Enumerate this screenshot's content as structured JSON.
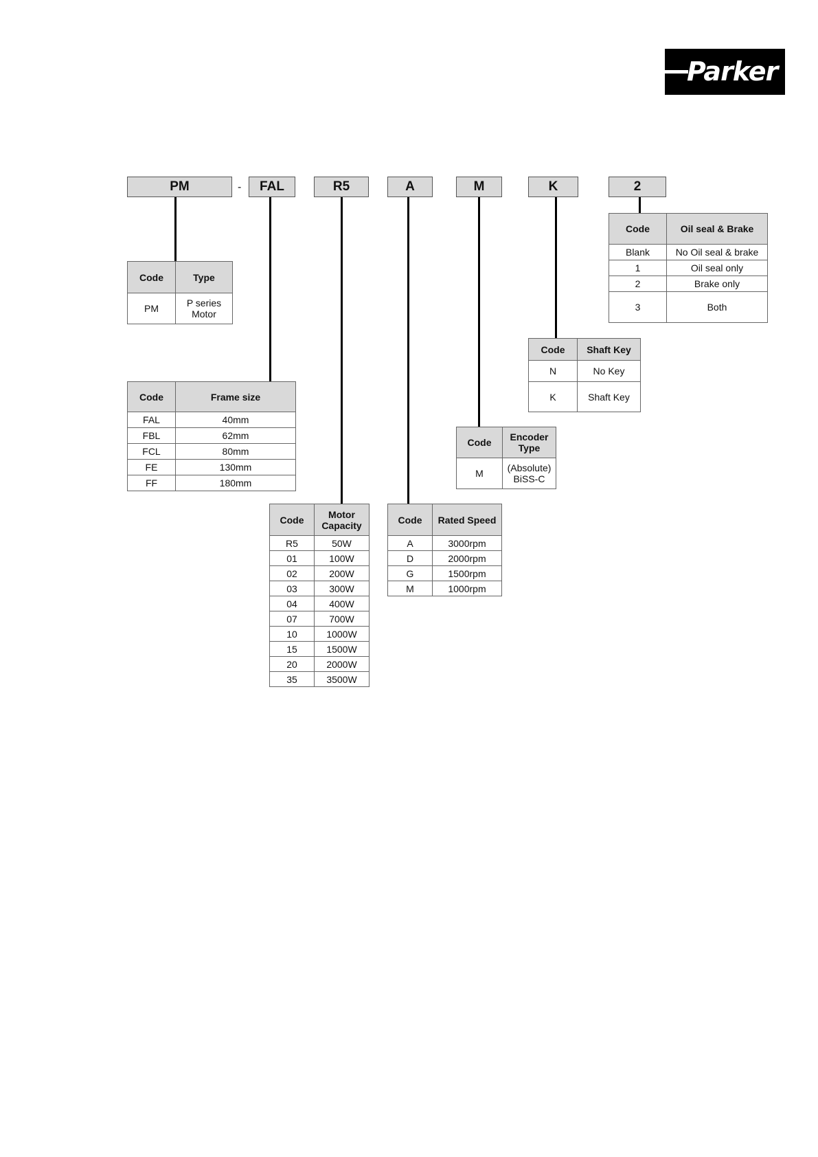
{
  "logo": {
    "text": "Parker"
  },
  "codes": [
    {
      "id": "pm",
      "label": "PM"
    },
    {
      "id": "sep",
      "label": "-"
    },
    {
      "id": "fal",
      "label": "FAL"
    },
    {
      "id": "r5",
      "label": "R5"
    },
    {
      "id": "a",
      "label": "A"
    },
    {
      "id": "m",
      "label": "M"
    },
    {
      "id": "k",
      "label": "K"
    },
    {
      "id": "two",
      "label": "2"
    }
  ],
  "tables": {
    "type": {
      "headers": [
        "Code",
        "Type"
      ],
      "rows": [
        [
          "PM",
          "P series Motor"
        ]
      ]
    },
    "frame": {
      "headers": [
        "Code",
        "Frame size"
      ],
      "rows": [
        [
          "FAL",
          "40mm"
        ],
        [
          "FBL",
          "62mm"
        ],
        [
          "FCL",
          "80mm"
        ],
        [
          "FE",
          "130mm"
        ],
        [
          "FF",
          "180mm"
        ]
      ]
    },
    "capacity": {
      "headers": [
        "Code",
        "Motor Capacity"
      ],
      "rows": [
        [
          "R5",
          "50W"
        ],
        [
          "01",
          "100W"
        ],
        [
          "02",
          "200W"
        ],
        [
          "03",
          "300W"
        ],
        [
          "04",
          "400W"
        ],
        [
          "07",
          "700W"
        ],
        [
          "10",
          "1000W"
        ],
        [
          "15",
          "1500W"
        ],
        [
          "20",
          "2000W"
        ],
        [
          "35",
          "3500W"
        ]
      ]
    },
    "speed": {
      "headers": [
        "Code",
        "Rated Speed"
      ],
      "rows": [
        [
          "A",
          "3000rpm"
        ],
        [
          "D",
          "2000rpm"
        ],
        [
          "G",
          "1500rpm"
        ],
        [
          "M",
          "1000rpm"
        ]
      ]
    },
    "encoder": {
      "headers": [
        "Code",
        "Encoder Type"
      ],
      "rows": [
        [
          "M",
          "(Absolute) BiSS-C"
        ]
      ]
    },
    "shaft": {
      "headers": [
        "Code",
        "Shaft Key"
      ],
      "rows": [
        [
          "N",
          "No Key"
        ],
        [
          "K",
          "Shaft Key"
        ]
      ]
    },
    "oil": {
      "headers": [
        "Code",
        "Oil seal & Brake"
      ],
      "rows": [
        [
          "Blank",
          "No Oil seal & brake"
        ],
        [
          "1",
          "Oil seal only"
        ],
        [
          "2",
          "Brake only"
        ],
        [
          "3",
          "Both"
        ]
      ]
    }
  }
}
